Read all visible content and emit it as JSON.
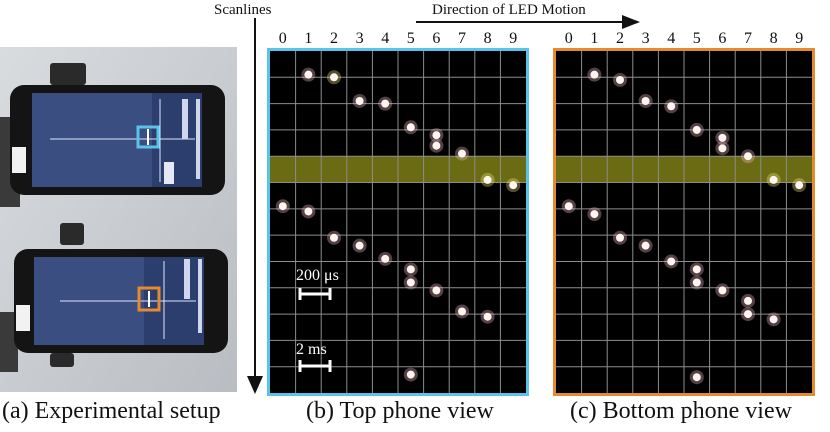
{
  "header": {
    "scanlines_label": "Scanlines",
    "direction_label": "Direction of LED Motion"
  },
  "captions": {
    "a": "(a) Experimental setup",
    "b": "(b) Top phone view",
    "c": "(c) Bottom phone view"
  },
  "grid": {
    "columns": [
      "0",
      "1",
      "2",
      "3",
      "4",
      "5",
      "6",
      "7",
      "8",
      "9"
    ],
    "rows": 13,
    "highlight_row": 4
  },
  "scale_bars": {
    "time_small": "200 μs",
    "time_large": "2 ms"
  },
  "colors": {
    "top_frame": "#59c3e8",
    "bottom_frame": "#e58a2e",
    "grid_line": "#8d8d8d",
    "highlight_band": "#6b6b14",
    "led_pink": "#f2b8c8",
    "led_yellow": "#f4e27a"
  },
  "top_view": {
    "dots": [
      {
        "c": 1,
        "r": 0.4,
        "t": "pink"
      },
      {
        "c": 2,
        "r": 0.5,
        "t": "yellow"
      },
      {
        "c": 3,
        "r": 1.4,
        "t": "pink"
      },
      {
        "c": 4,
        "r": 1.5,
        "t": "pink"
      },
      {
        "c": 5,
        "r": 2.4,
        "t": "pink"
      },
      {
        "c": 6,
        "r": 2.7,
        "t": "pink"
      },
      {
        "c": 6,
        "r": 3.1,
        "t": "pink"
      },
      {
        "c": 7,
        "r": 3.4,
        "t": "pink"
      },
      {
        "c": 8,
        "r": 4.4,
        "t": "yellow"
      },
      {
        "c": 9,
        "r": 4.6,
        "t": "yellow"
      },
      {
        "c": 0,
        "r": 5.4,
        "t": "pink"
      },
      {
        "c": 1,
        "r": 5.6,
        "t": "pink"
      },
      {
        "c": 2,
        "r": 6.6,
        "t": "pink"
      },
      {
        "c": 3,
        "r": 6.9,
        "t": "pink"
      },
      {
        "c": 4,
        "r": 7.4,
        "t": "pink"
      },
      {
        "c": 5,
        "r": 7.8,
        "t": "pink"
      },
      {
        "c": 5,
        "r": 8.3,
        "t": "pink"
      },
      {
        "c": 6,
        "r": 8.6,
        "t": "pink"
      },
      {
        "c": 7,
        "r": 9.4,
        "t": "pink"
      },
      {
        "c": 8,
        "r": 9.6,
        "t": "pink"
      },
      {
        "c": 5,
        "r": 11.8,
        "t": "pink"
      }
    ]
  },
  "bottom_view": {
    "dots": [
      {
        "c": 1,
        "r": 0.4,
        "t": "pink"
      },
      {
        "c": 2,
        "r": 0.6,
        "t": "pink"
      },
      {
        "c": 3,
        "r": 1.4,
        "t": "pink"
      },
      {
        "c": 4,
        "r": 1.6,
        "t": "pink"
      },
      {
        "c": 5,
        "r": 2.5,
        "t": "pink"
      },
      {
        "c": 6,
        "r": 2.8,
        "t": "pink"
      },
      {
        "c": 6,
        "r": 3.2,
        "t": "pink"
      },
      {
        "c": 7,
        "r": 3.5,
        "t": "pink"
      },
      {
        "c": 8,
        "r": 4.4,
        "t": "yellow"
      },
      {
        "c": 9,
        "r": 4.6,
        "t": "yellow"
      },
      {
        "c": 0,
        "r": 5.4,
        "t": "pink"
      },
      {
        "c": 1,
        "r": 5.7,
        "t": "pink"
      },
      {
        "c": 2,
        "r": 6.6,
        "t": "pink"
      },
      {
        "c": 3,
        "r": 6.9,
        "t": "pink"
      },
      {
        "c": 4,
        "r": 7.5,
        "t": "pink"
      },
      {
        "c": 5,
        "r": 7.8,
        "t": "pink"
      },
      {
        "c": 5,
        "r": 8.3,
        "t": "pink"
      },
      {
        "c": 6,
        "r": 8.6,
        "t": "pink"
      },
      {
        "c": 7,
        "r": 9.0,
        "t": "pink"
      },
      {
        "c": 7,
        "r": 9.5,
        "t": "pink"
      },
      {
        "c": 8,
        "r": 9.7,
        "t": "pink"
      },
      {
        "c": 5,
        "r": 11.9,
        "t": "pink"
      }
    ]
  }
}
